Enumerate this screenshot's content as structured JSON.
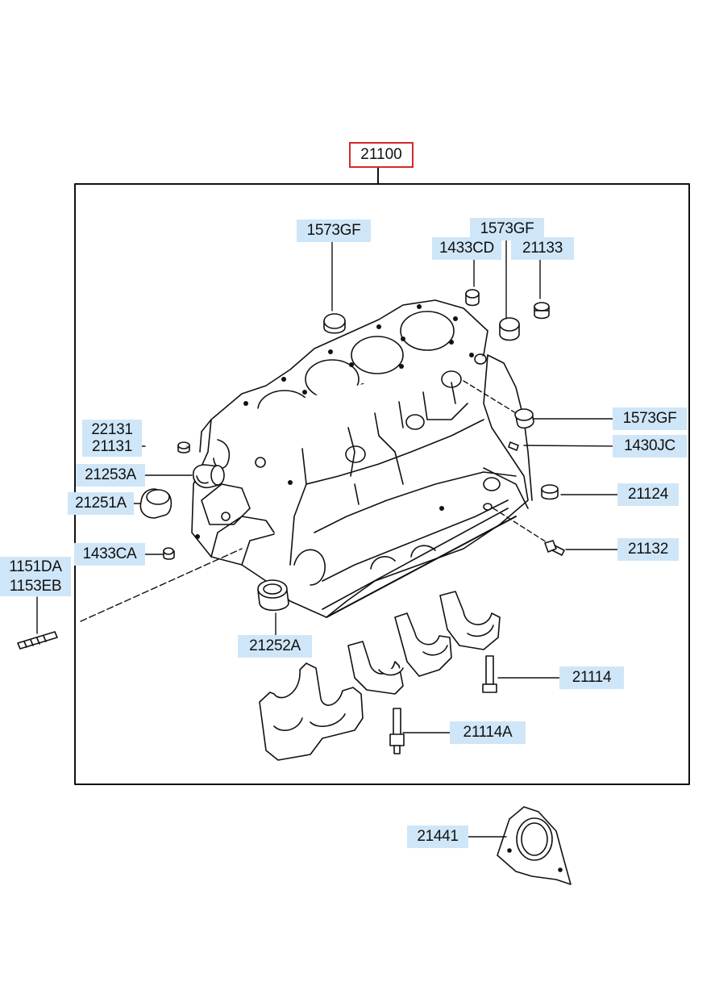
{
  "diagram": {
    "assembly_label": "21100",
    "highlight_color": "#d42a2a",
    "label_bg_color": "#cfe6f8",
    "labels": {
      "l_1573gf_left": "1573GF",
      "l_1573gf_top": "1573GF",
      "l_1433cd": "1433CD",
      "l_21133": "21133",
      "l_22131": "22131",
      "l_21131": "21131",
      "l_1573gf_right": "1573GF",
      "l_1430jc": "1430JC",
      "l_21253a": "21253A",
      "l_21251a": "21251A",
      "l_21124": "21124",
      "l_1433ca": "1433CA",
      "l_21132": "21132",
      "l_1151da": "1151DA",
      "l_1153eb": "1153EB",
      "l_21252a": "21252A",
      "l_21114": "21114",
      "l_21114a": "21114A",
      "l_21441": "21441"
    }
  }
}
